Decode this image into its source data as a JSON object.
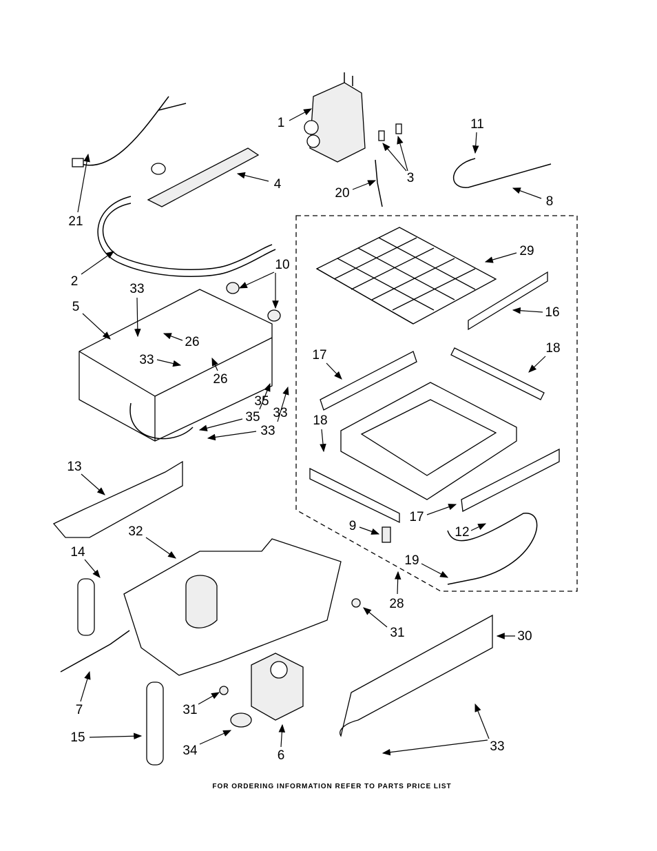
{
  "callouts": [
    "1",
    "3",
    "11",
    "20",
    "8",
    "21",
    "4",
    "2",
    "10",
    "33",
    "5",
    "26",
    "33",
    "26",
    "35",
    "33",
    "35",
    "33",
    "29",
    "16",
    "17",
    "18",
    "18",
    "17",
    "13",
    "12",
    "9",
    "19",
    "32",
    "14",
    "28",
    "31",
    "30",
    "7",
    "31",
    "34",
    "15",
    "6",
    "33"
  ],
  "footer": "FOR ORDERING INFORMATION REFER TO PARTS PRICE LIST"
}
